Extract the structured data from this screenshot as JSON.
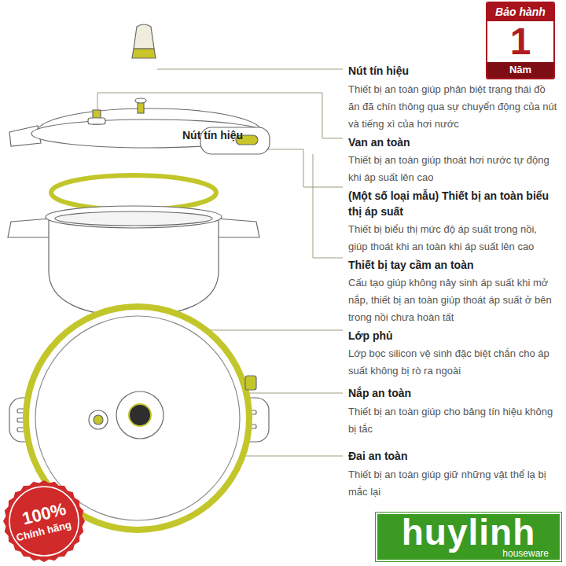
{
  "diagram": {
    "nodes": [
      {
        "text": [
          "Bảo hành",
          "1",
          "Năm"
        ]
      },
      {
        "text": [
          "100%",
          "Chính hãng"
        ]
      },
      {
        "text": [
          "huylinh",
          "houseware"
        ]
      }
    ],
    "labels": [
      "Nút tín hiệu",
      "Thiết bị an toàn giúp phân biệt trạng thái đồ ăn đã chín thông qua sự chuyển động của nút và tiếng xì của hơi nước",
      "Nút tín hiệu",
      "Van an toàn",
      "Thiết bị an toàn giúp thoát hơi nước tự động khi áp suất lên cao",
      "(Một số loại mẫu) Thiết bị an toàn biểu thị áp suất",
      "Thiết bị biểu thị mức độ áp suất trong nồi, giúp thoát khi an toàn khi áp suất lên cao",
      "Thiết bị tay cầm an toàn",
      "Cấu tạo giúp không nảy sinh áp suất khi mở nắp, thiết bị an toàn giúp thoát áp suất ở bên trong nồi chưa hoàn tất",
      "Lớp phủ",
      "Lớp bọc silicon vệ sinh đặc biệt chắn cho áp suất không bị rò ra ngoài",
      "Nắp an toàn",
      "Thiết bị an toàn giúp cho bảng tín hiệu không bị tắc",
      "Đai an toàn",
      "Thiết bị an toàn giúp giữ những vật thể lạ bị mắc lại"
    ]
  }
}
